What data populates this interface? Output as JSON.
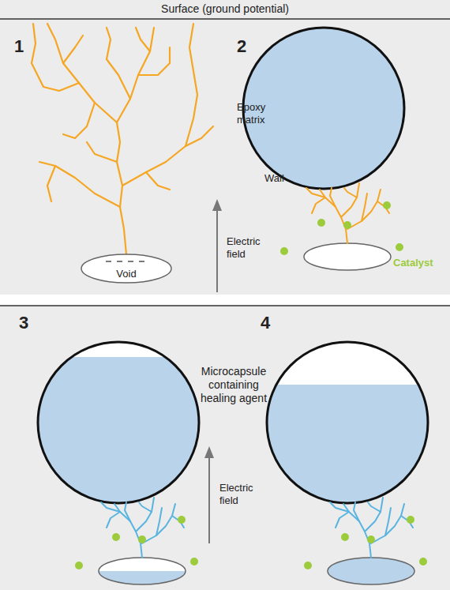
{
  "diagram": {
    "nodes": [
      {
        "text": [
          "Void"
        ]
      }
    ],
    "labels": [
      "Surface (ground potential)",
      "1",
      "2",
      "Epoxy matrix",
      "Wall",
      "Electric field",
      "Catalyst",
      "3",
      "4",
      "Microcapsule containing healing agent",
      "Electric field"
    ]
  }
}
